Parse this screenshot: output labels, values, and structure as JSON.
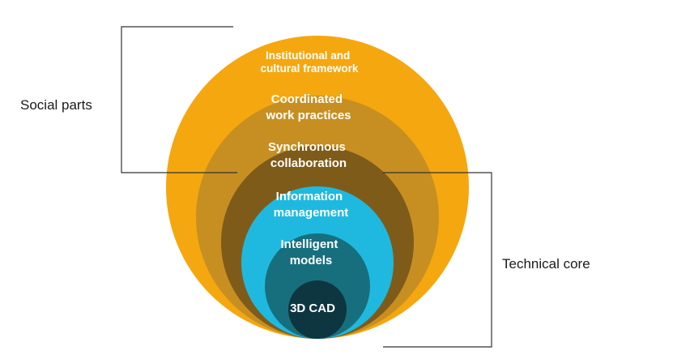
{
  "layers": [
    {
      "label_lines": [
        "Institutional and",
        "cultural framework"
      ],
      "color": "#F5A70F"
    },
    {
      "label_lines": [
        "Coordinated",
        "work practices"
      ],
      "color": "#C78F22"
    },
    {
      "label_lines": [
        "Synchronous",
        "collaboration"
      ],
      "color": "#7F5B1A"
    },
    {
      "label_lines": [
        "Information",
        "management"
      ],
      "color": "#1FB9DF"
    },
    {
      "label_lines": [
        "Intelligent",
        "models"
      ],
      "color": "#176F7D"
    },
    {
      "label_lines": [
        "3D CAD"
      ],
      "color": "#0D3640"
    }
  ],
  "groups": {
    "social": {
      "label": "Social parts"
    },
    "technical": {
      "label": "Technical core"
    }
  }
}
